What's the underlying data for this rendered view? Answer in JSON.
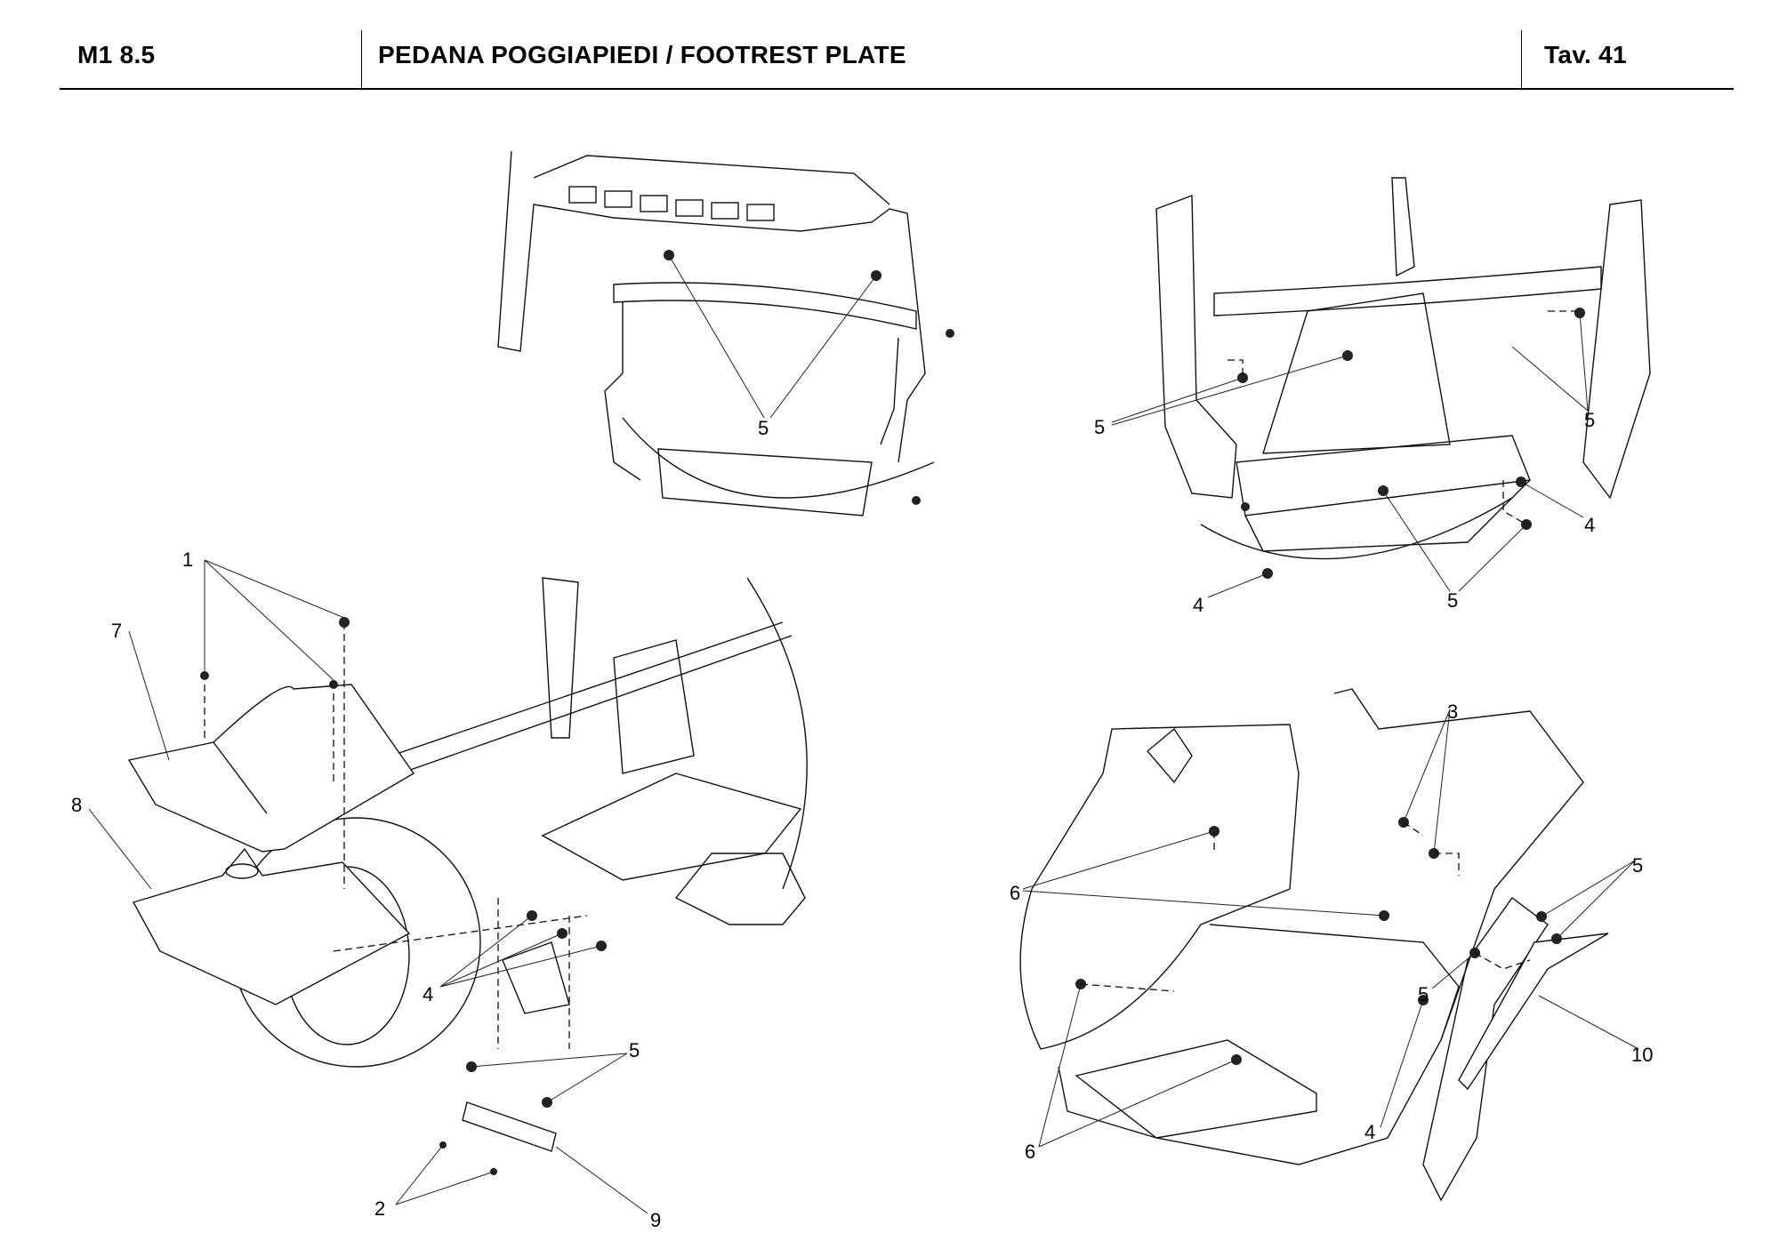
{
  "header": {
    "model": "M1 8.5",
    "title": "PEDANA POGGIAPIEDI / FOOTREST PLATE",
    "table": "Tav.  41"
  },
  "callouts": {
    "top_left": [
      "5"
    ],
    "top_right": [
      "5",
      "5",
      "4",
      "4",
      "5"
    ],
    "bottom_left": [
      "1",
      "7",
      "8",
      "4",
      "5",
      "2",
      "9"
    ],
    "bottom_right": [
      "3",
      "6",
      "5",
      "5",
      "10",
      "4",
      "6"
    ]
  }
}
